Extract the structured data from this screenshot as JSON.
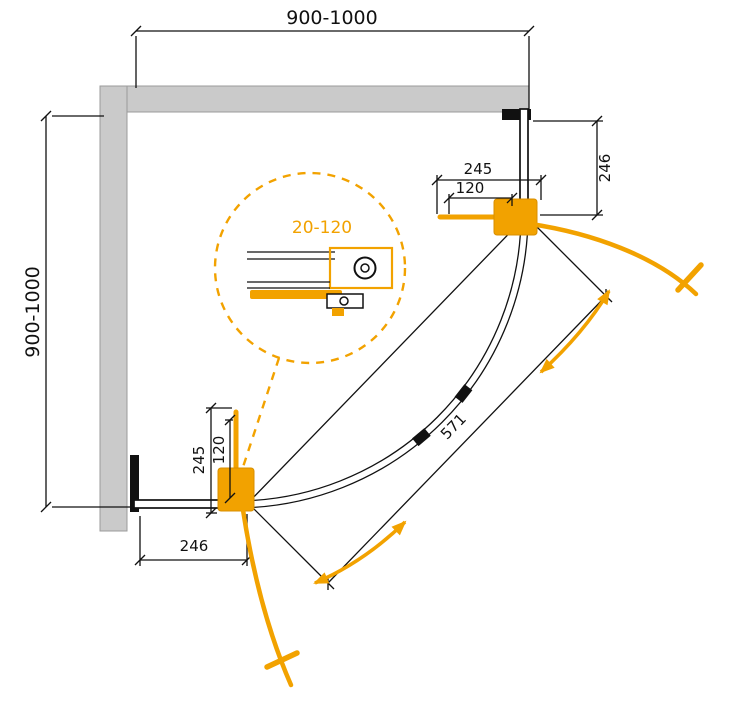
{
  "labels": {
    "top_width": "900-1000",
    "side_height": "900-1000",
    "door_opening": "571",
    "roller_adjustment": "20-120",
    "tr_depth": "245",
    "tr_inner": "120",
    "tr_side": "246",
    "bl_depth": "245",
    "bl_inner": "120",
    "bl_bottom": "246"
  },
  "colors": {
    "accent_orange": "#F2A200",
    "wall_gray": "#CACACA",
    "line_black": "#111111"
  }
}
